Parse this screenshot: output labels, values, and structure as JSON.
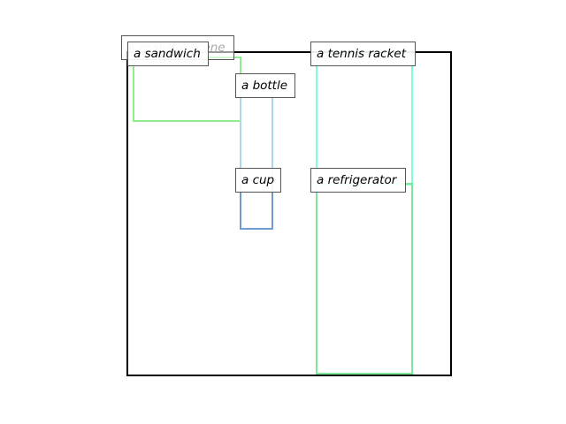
{
  "scene": {
    "caption": "A realistic scene"
  },
  "objects": [
    {
      "id": "sandwich",
      "caption": "a sandwich",
      "color": "#90ee90"
    },
    {
      "id": "bottle",
      "caption": "a bottle",
      "color": "#a8d8ea"
    },
    {
      "id": "cup",
      "caption": "a cup",
      "color": "#6f9bd1"
    },
    {
      "id": "tennis",
      "caption": "a tennis racket",
      "color": "#7fffd4"
    },
    {
      "id": "refrigerator",
      "caption": "a refrigerator",
      "color": "#7ce89a"
    }
  ]
}
